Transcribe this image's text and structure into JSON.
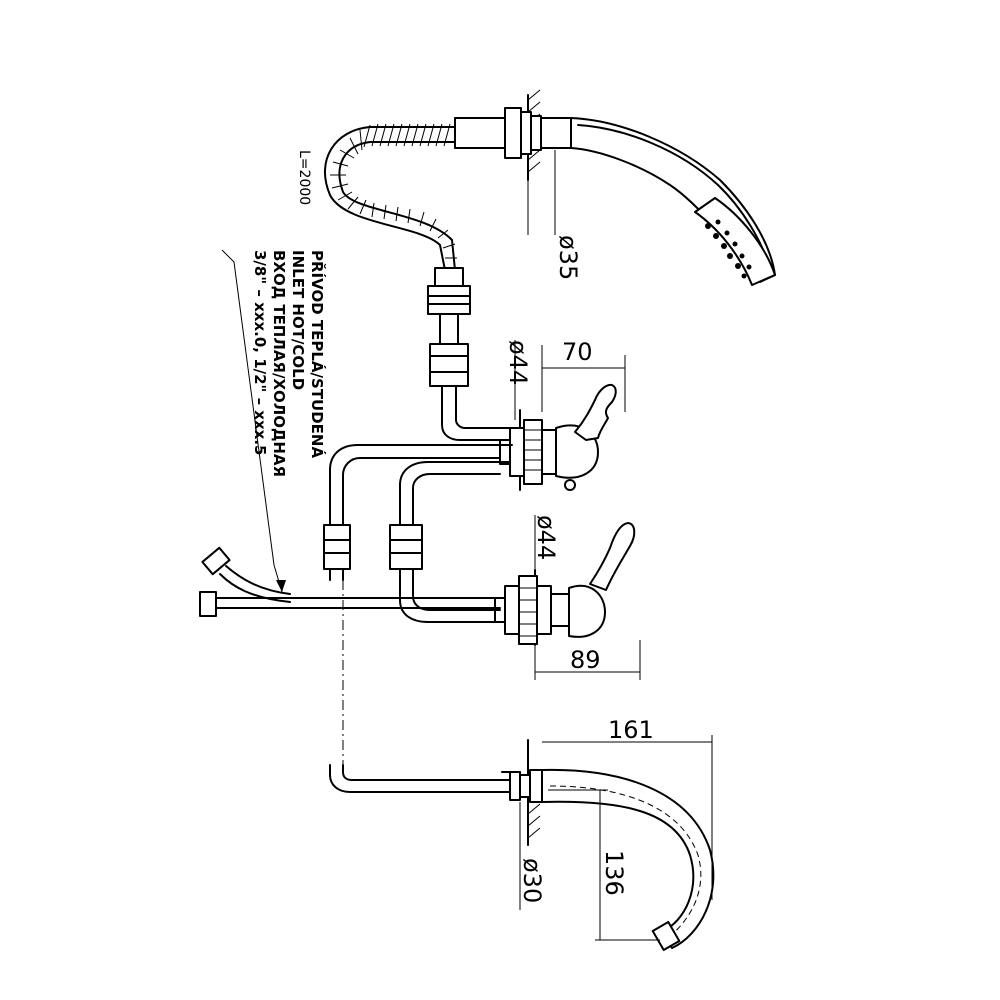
{
  "hose": {
    "length_label": "L=2000"
  },
  "dimensions": {
    "handshower_diameter": "ø35",
    "valve_top_diameter": "ø44",
    "valve_bottom_diameter": "ø44",
    "valve_top_projection": "70",
    "valve_bottom_projection": "89",
    "spout_projection": "161",
    "spout_height": "136",
    "spout_diameter": "ø30"
  },
  "inlet_note": {
    "line1": "PŘÍVOD TEPLÁ/STUDENÁ",
    "line2": "INLET HOT/COLD",
    "line3": "ВХОД ТЕПЛАЯ/ХОЛОДНАЯ",
    "line4": "3/8\" – xxx.0, 1/2\" – xxx.5"
  }
}
